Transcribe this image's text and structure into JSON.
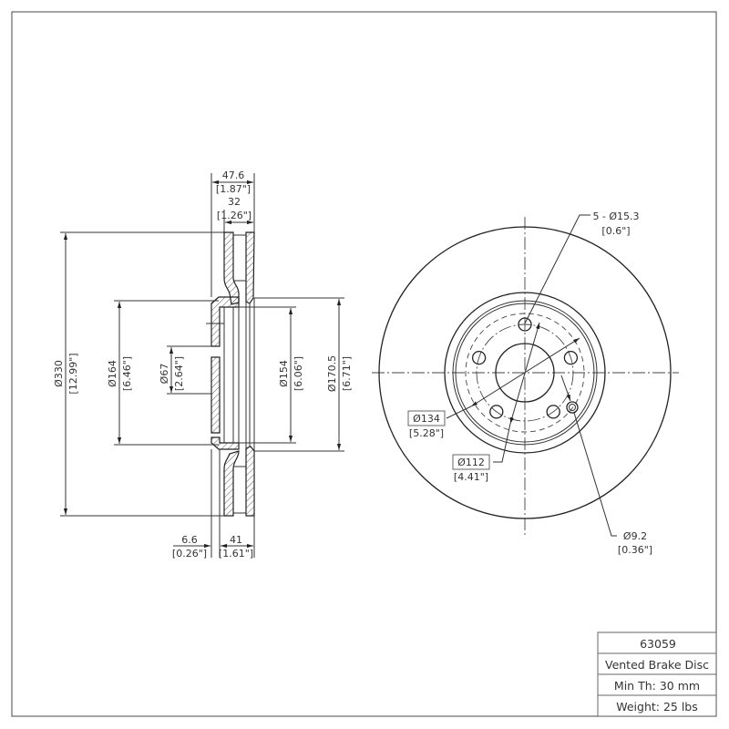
{
  "title_block": {
    "part_number": "63059",
    "description": "Vented Brake Disc",
    "min_thickness": "Min Th: 30 mm",
    "weight": "Weight: 25 lbs"
  },
  "side_view": {
    "overall_width": {
      "mm": "47.6",
      "in": "[1.87\"]"
    },
    "rotor_thickness": {
      "mm": "32",
      "in": "[1.26\"]"
    },
    "outer_diameter": {
      "mm": "Ø330",
      "in": "[12.99\"]"
    },
    "hat_diameter": {
      "mm": "Ø164",
      "in": "[6.46\"]"
    },
    "center_bore": {
      "mm": "Ø67",
      "in": "[2.64\"]"
    },
    "inner_diameter_154": {
      "mm": "Ø154",
      "in": "[6.06\"]"
    },
    "inner_diameter_170": {
      "mm": "Ø170.5",
      "in": "[6.71\"]"
    },
    "hat_thickness": {
      "mm": "6.6",
      "in": "[0.26\"]"
    },
    "hat_height": {
      "mm": "41",
      "in": "[1.61\"]"
    }
  },
  "front_view": {
    "bolt_holes": {
      "mm": "5 - Ø15.3",
      "in": "[0.6\"]"
    },
    "bolt_circle": {
      "mm": "Ø112",
      "in": "[4.41\"]"
    },
    "hat_outer": {
      "mm": "Ø134",
      "in": "[5.28\"]"
    },
    "locating_hole": {
      "mm": "Ø9.2",
      "in": "[0.36\"]"
    }
  }
}
